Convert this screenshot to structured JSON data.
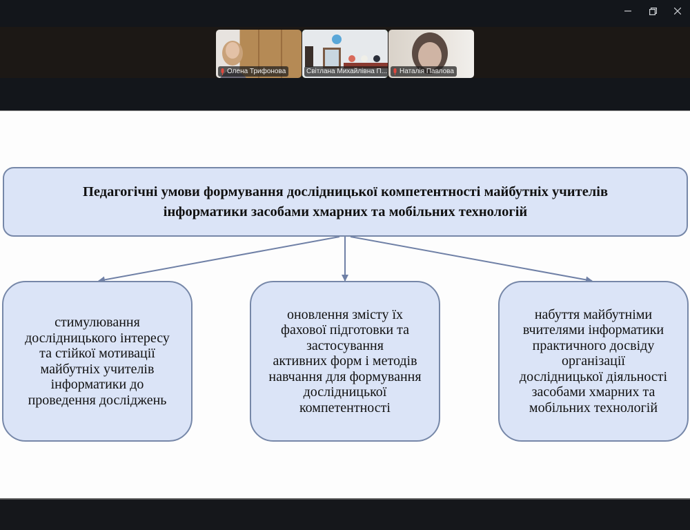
{
  "window": {
    "controls": [
      {
        "name": "minimize",
        "icon": "minimize-icon"
      },
      {
        "name": "restore",
        "icon": "restore-icon"
      },
      {
        "name": "close",
        "icon": "close-icon"
      }
    ]
  },
  "participants": [
    {
      "name": "Олена Трифонова",
      "muted": true,
      "active": false
    },
    {
      "name": "Світлана Михайлівна П...",
      "muted": false,
      "active": true
    },
    {
      "name": "Наталія Павлова",
      "muted": true,
      "active": false
    }
  ],
  "slide": {
    "title": "Педагогічні умови формування дослідницької компетентності майбутніх учителів\nінформатики засобами хмарних та мобільних технологій",
    "conditions": [
      "стимулювання\nдослідницького інтересу\nта стійкої мотивації\nмайбутніх учителів\nінформатики до\nпроведення досліджень",
      "оновлення змісту їх\nфахової підготовки та\nзастосування\nактивних форм і методів\nнавчання для формування\nдослідницької\nкомпетентності",
      "набуття майбутніми\nвчителями інформатики\nпрактичного досвіду\nорганізації\nдослідницької діяльності\nзасобами хмарних та\nмобільних технологій"
    ]
  },
  "colors": {
    "box_fill": "#dbe4f7",
    "box_border": "#7687a8",
    "arrow": "#6f80a6",
    "active_speaker": "#3ed27a",
    "muted_mic": "#e0483e"
  }
}
